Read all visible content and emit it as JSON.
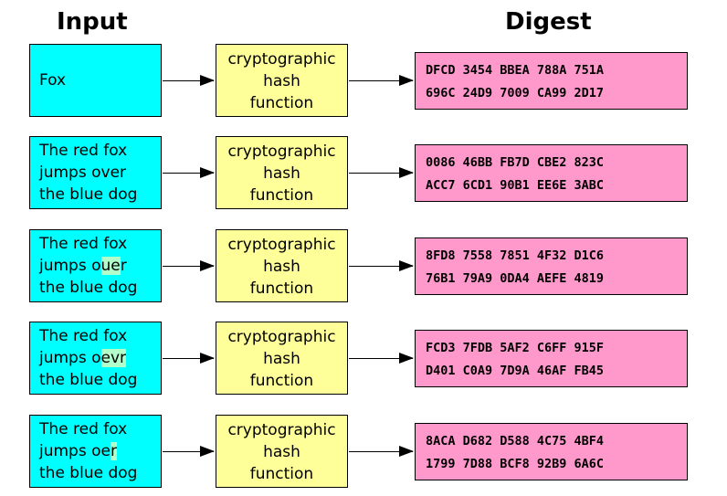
{
  "headers": {
    "input": "Input",
    "digest": "Digest"
  },
  "colors": {
    "input_fill": "#00ffff",
    "hash_fill": "#ffff99",
    "digest_fill": "#ff99cc",
    "change_highlight": "#b2ffcc"
  },
  "rows": [
    {
      "input_lines": [
        "Fox"
      ],
      "hash_lines": [
        "cryptographic",
        "hash",
        "function"
      ],
      "digest_lines": [
        "DFCD 3454 BBEA 788A 751A",
        "696C 24D9 7009 CA99 2D17"
      ]
    },
    {
      "input_lines": [
        "The red fox",
        "jumps over",
        "the blue dog"
      ],
      "hash_lines": [
        "cryptographic",
        "hash",
        "function"
      ],
      "digest_lines": [
        "0086 46BB FB7D CBE2 823C",
        "ACC7 6CD1 90B1 EE6E 3ABC"
      ]
    },
    {
      "input_lines": [
        "The red fox",
        "jumps ouer",
        "the blue dog"
      ],
      "hash_lines": [
        "cryptographic",
        "hash",
        "function"
      ],
      "digest_lines": [
        "8FD8 7558 7851 4F32 D1C6",
        "76B1 79A9 0DA4 AEFE 4819"
      ]
    },
    {
      "input_lines": [
        "The red fox",
        "jumps oevr",
        "the blue dog"
      ],
      "hash_lines": [
        "cryptographic",
        "hash",
        "function"
      ],
      "digest_lines": [
        "FCD3 7FDB 5AF2 C6FF 915F",
        "D401 C0A9 7D9A 46AF FB45"
      ]
    },
    {
      "input_lines": [
        "The red fox",
        "jumps oer",
        "the blue dog"
      ],
      "hash_lines": [
        "cryptographic",
        "hash",
        "function"
      ],
      "digest_lines": [
        "8ACA D682 D588 4C75 4BF4",
        "1799 7D88 BCF8 92B9 6A6C"
      ]
    }
  ]
}
